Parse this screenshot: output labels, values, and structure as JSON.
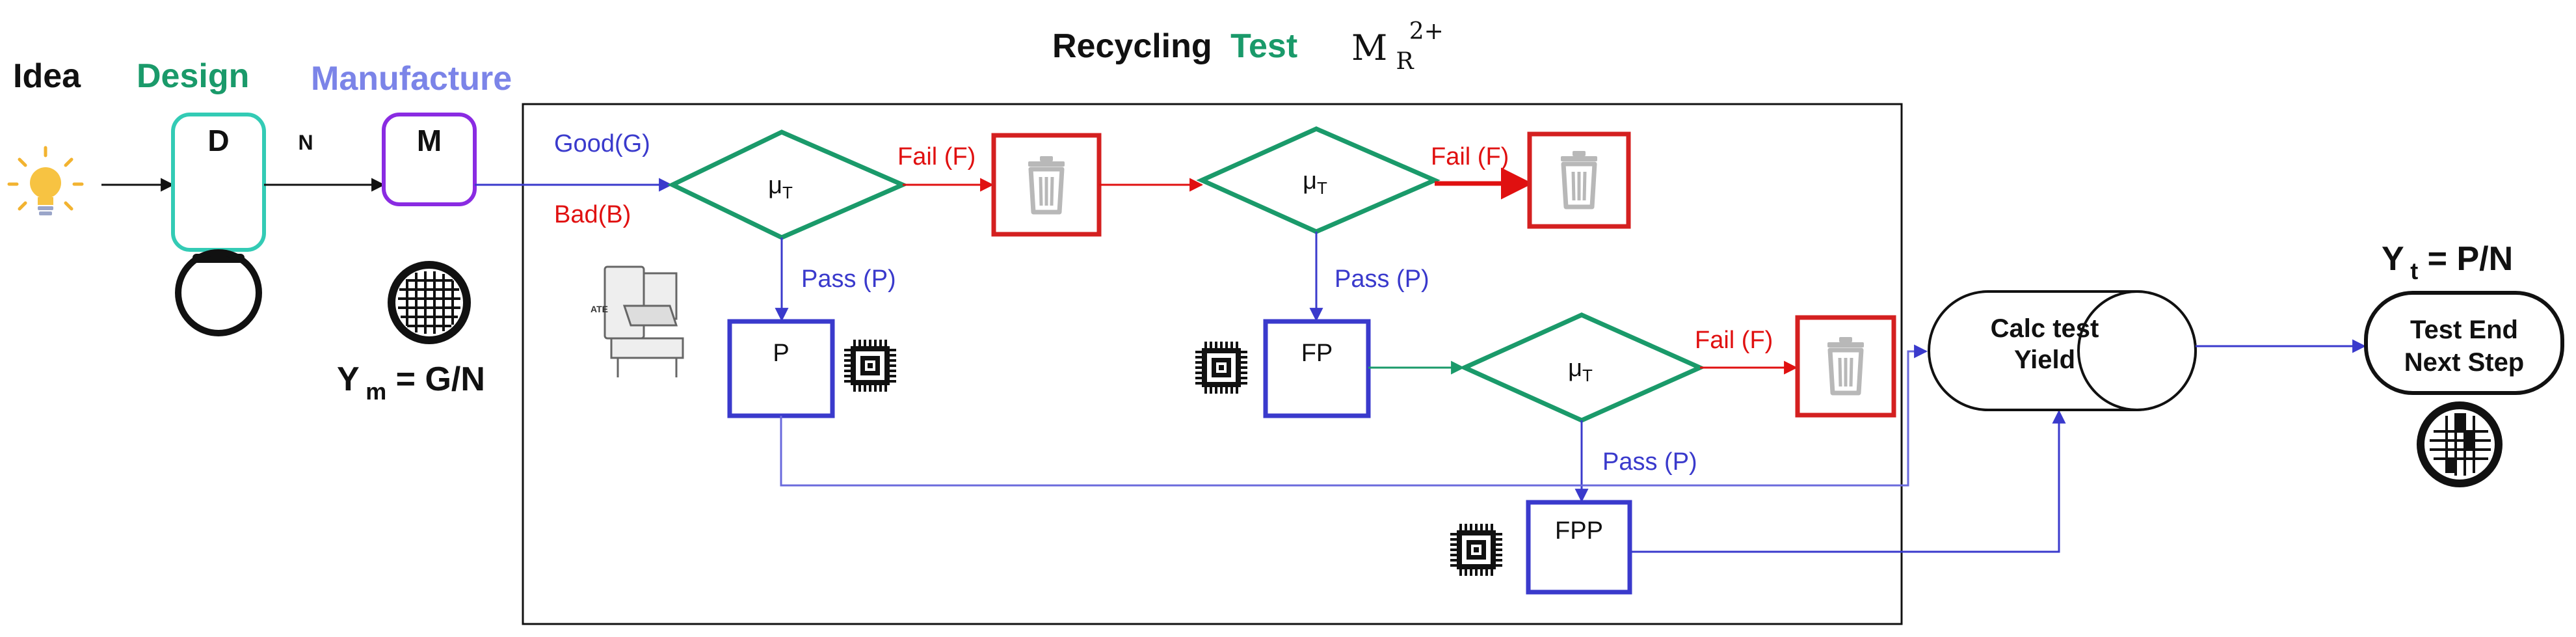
{
  "header": {
    "idea": "Idea",
    "design": "Design",
    "manufacture": "Manufacture",
    "recycling": "Recycling",
    "test": "Test",
    "math_base": "M",
    "math_sub": "R",
    "math_sup": "2+"
  },
  "nodes": {
    "design_box": "D",
    "manufacture_box": "M",
    "n_label": "N",
    "ym_main": "Y",
    "ym_sub": "m",
    "ym_rest": " = G/N",
    "ate_label": "ATE"
  },
  "flow": {
    "good": "Good(G)",
    "bad": "Bad(B)",
    "fail": "Fail (F)",
    "pass": "Pass (P)",
    "mu": "μ",
    "mu_sub": "T"
  },
  "results": {
    "p": "P",
    "fp": "FP",
    "fpp": "FPP"
  },
  "yield": {
    "calc_line1": "Calc test",
    "calc_line2": "Yield",
    "yt_main": "Y",
    "yt_sub": "t",
    "yt_rest": " = P/N",
    "end_line1": "Test End",
    "end_line2": "Next Step"
  },
  "colors": {
    "green": "#1a9a6a",
    "lavender": "#7b84e8",
    "purple": "#8a2be2",
    "teal": "#33cbb5",
    "blue": "#3a3acc",
    "red": "#e01010",
    "darkred": "#d42020",
    "gray": "#b0b0b0"
  }
}
